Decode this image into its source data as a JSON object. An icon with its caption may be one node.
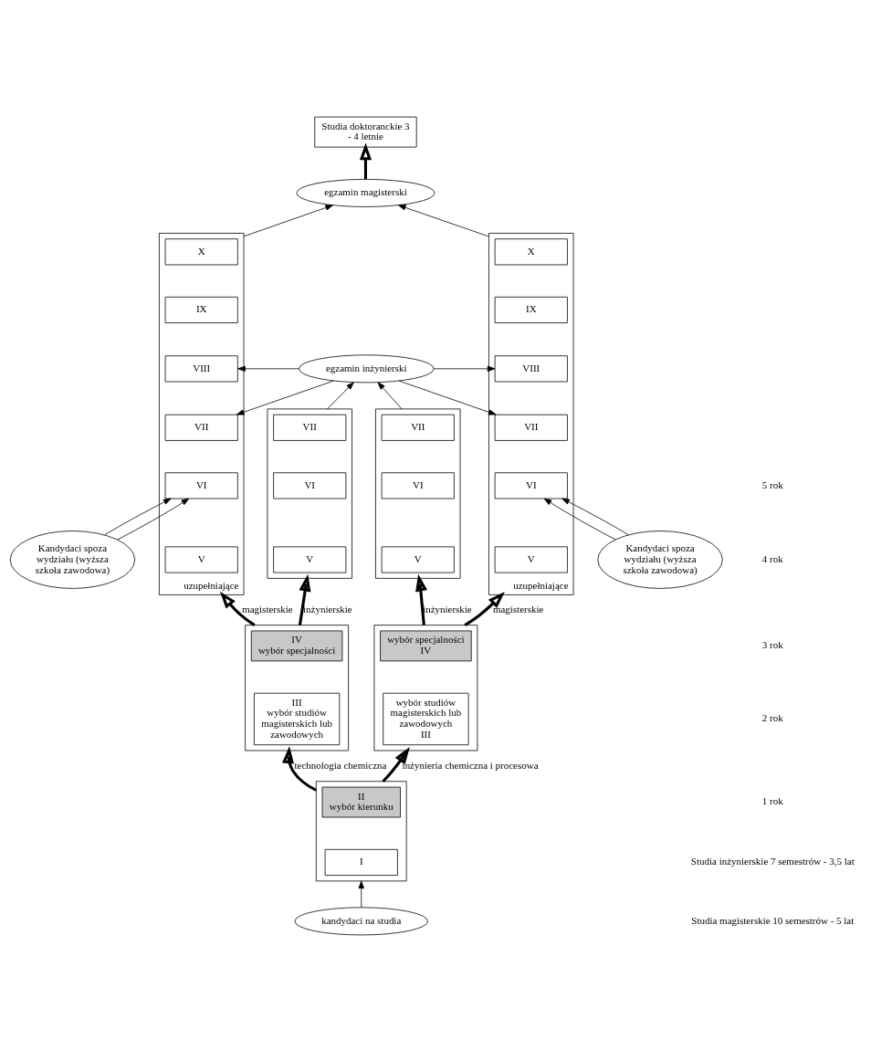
{
  "diagram": {
    "nodes": [
      {
        "text": [
          "Studia doktoranckie 3 - 4 letnie"
        ]
      },
      {
        "text": [
          "egzamin magisterski"
        ]
      },
      {
        "text": [
          "egzamin inżynierski"
        ]
      },
      {
        "text": [
          "uzupełniające"
        ]
      },
      {
        "text": [
          "X"
        ],
        "in": 3
      },
      {
        "text": [
          "IX"
        ],
        "in": 3
      },
      {
        "text": [
          "VIII"
        ],
        "in": 3
      },
      {
        "text": [
          "VII"
        ],
        "in": 3
      },
      {
        "text": [
          "VI"
        ],
        "in": 3
      },
      {
        "text": [
          "V"
        ],
        "in": 3
      },
      {
        "text": [],
        "shape": "box"
      },
      {
        "text": [
          "VII"
        ],
        "in": 10
      },
      {
        "text": [
          "VI"
        ],
        "in": 10
      },
      {
        "text": [
          "V"
        ],
        "in": 10
      },
      {
        "text": [],
        "shape": "box"
      },
      {
        "text": [
          "VII"
        ],
        "in": 14
      },
      {
        "text": [
          "VI"
        ],
        "in": 14
      },
      {
        "text": [
          "V"
        ],
        "in": 14
      },
      {
        "text": [
          "uzupełniające"
        ]
      },
      {
        "text": [
          "X"
        ],
        "in": 18
      },
      {
        "text": [
          "IX"
        ],
        "in": 18
      },
      {
        "text": [
          "VIII"
        ],
        "in": 18
      },
      {
        "text": [
          "VII"
        ],
        "in": 18
      },
      {
        "text": [
          "VI"
        ],
        "in": 18
      },
      {
        "text": [
          "V"
        ],
        "in": 18
      },
      {
        "text": [
          "Kandydaci spoza wydziału (wyższa szkoła zawodowa)"
        ]
      },
      {
        "text": [
          "Kandydaci spoza wydziału (wyższa szkoła zawodowa)"
        ]
      },
      {
        "text": [],
        "shape": "box"
      },
      {
        "text": [
          "IV",
          "wybór specjalności"
        ],
        "in": 27
      },
      {
        "text": [
          "III",
          "wybór studiów magisterskich lub zawodowych"
        ],
        "in": 27
      },
      {
        "text": [],
        "shape": "box"
      },
      {
        "text": [
          "wybór specjalności",
          "IV"
        ],
        "in": 30
      },
      {
        "text": [
          "wybór studiów magisterskich lub zawodowych",
          "III"
        ],
        "in": 30
      },
      {
        "text": [],
        "shape": "box"
      },
      {
        "text": [
          "II",
          "wybór kierunku"
        ],
        "in": 33
      },
      {
        "text": [
          "I"
        ],
        "in": 33
      },
      {
        "text": [
          "kandydaci na studia"
        ]
      }
    ],
    "edges": [
      {
        "from": 1,
        "to": 0,
        "arrow": "to",
        "style": "thick"
      },
      {
        "from": 3,
        "to": 1,
        "arrow": "to"
      },
      {
        "from": 18,
        "to": 1,
        "arrow": "to"
      },
      {
        "from": 2,
        "to": 6,
        "arrow": "to"
      },
      {
        "from": 2,
        "to": 7,
        "arrow": "to"
      },
      {
        "from": 10,
        "to": 2,
        "arrow": "to"
      },
      {
        "from": 14,
        "to": 2,
        "arrow": "to"
      },
      {
        "from": 2,
        "to": 21,
        "arrow": "to"
      },
      {
        "from": 2,
        "to": 22,
        "arrow": "to"
      },
      {
        "from": 25,
        "to": 8,
        "arrow": "to"
      },
      {
        "from": 25,
        "to": 8,
        "arrow": "to"
      },
      {
        "from": 26,
        "to": 23,
        "arrow": "to"
      },
      {
        "from": 26,
        "to": 23,
        "arrow": "to"
      },
      {
        "from": 27,
        "to": 3,
        "arrow": "to",
        "style": "thick",
        "label": "magisterskie"
      },
      {
        "from": 27,
        "to": 10,
        "arrow": "to",
        "style": "thick",
        "label": "inżynierskie"
      },
      {
        "from": 30,
        "to": 14,
        "arrow": "to",
        "style": "thick",
        "label": "inżynierskie"
      },
      {
        "from": 30,
        "to": 18,
        "arrow": "to",
        "style": "thick",
        "label": "magisterskie"
      },
      {
        "from": 33,
        "to": 27,
        "arrow": "to",
        "style": "thick",
        "label": "technologia chemiczna"
      },
      {
        "from": 33,
        "to": 30,
        "arrow": "to",
        "style": "thick",
        "label": "inżynieria chemiczna i procesowa"
      },
      {
        "from": 36,
        "to": 33,
        "arrow": "to"
      }
    ],
    "labels": [
      "5 rok",
      "4 rok",
      "3 rok",
      "2 rok",
      "1 rok",
      "Studia inżynierskie 7 semestrów - 3,5 lat",
      "Studia magisterskie 10 semestrów - 5 lat"
    ]
  }
}
